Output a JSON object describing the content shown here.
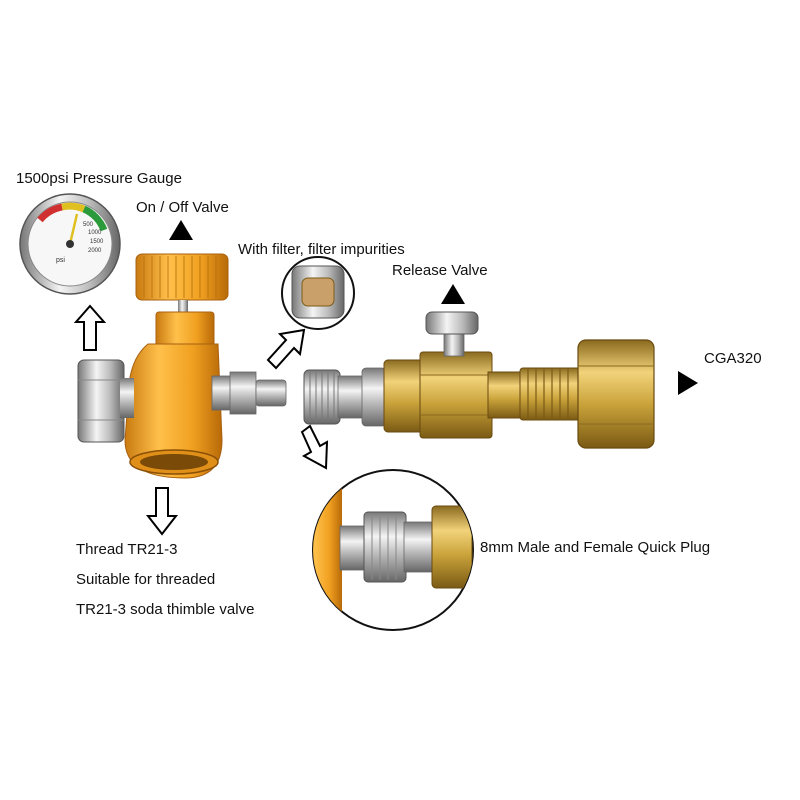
{
  "labels": {
    "gauge": "1500psi Pressure Gauge",
    "on_off_valve": "On / Off Valve",
    "filter": "With filter, filter impurities",
    "release_valve": "Release Valve",
    "cga": "CGA320",
    "quick_plug": "8mm Male and Female Quick Plug",
    "thread_line1": "Thread TR21-3",
    "thread_line2": "Suitable for threaded",
    "thread_line3": "TR21-3 soda thimble valve"
  },
  "gauge_dial": {
    "unit": "psi",
    "ticks": [
      "500",
      "1000",
      "1500",
      "2000"
    ]
  },
  "colors": {
    "orange_body": "#f0a020",
    "brass": "#c9a23a",
    "chrome": "#c8c8c8",
    "gauge_green": "#2a9a3a",
    "gauge_red": "#d03030",
    "arrow": "#000000"
  }
}
